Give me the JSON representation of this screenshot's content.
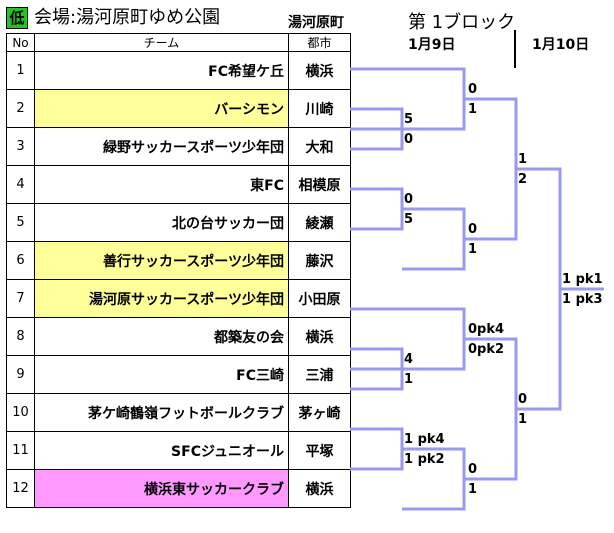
{
  "header": {
    "badge": "低",
    "venue": "会場:湯河原町ゆめ公園",
    "town": "湯河原町",
    "block": "第 1ブロック",
    "date1": "1月9日",
    "date2": "1月10日"
  },
  "table": {
    "col_no": "No",
    "col_team": "チーム",
    "col_city": "都市",
    "rows": [
      {
        "no": "1",
        "team": "FC希望ケ丘",
        "city": "横浜",
        "highlight": "#ffffff"
      },
      {
        "no": "2",
        "team": "バーシモン",
        "city": "川崎",
        "highlight": "#ffff99"
      },
      {
        "no": "3",
        "team": "緑野サッカースポーツ少年団",
        "city": "大和",
        "highlight": "#ffffff"
      },
      {
        "no": "4",
        "team": "東FC",
        "city": "相模原",
        "highlight": "#ffffff"
      },
      {
        "no": "5",
        "team": "北の台サッカー団",
        "city": "綾瀬",
        "highlight": "#ffffff"
      },
      {
        "no": "6",
        "team": "善行サッカースポーツ少年団",
        "city": "藤沢",
        "highlight": "#ffff99"
      },
      {
        "no": "7",
        "team": "湯河原サッカースポーツ少年団",
        "city": "小田原",
        "highlight": "#ffff99"
      },
      {
        "no": "8",
        "team": "都築友の会",
        "city": "横浜",
        "highlight": "#ffffff"
      },
      {
        "no": "9",
        "team": "FC三崎",
        "city": "三浦",
        "highlight": "#ffffff"
      },
      {
        "no": "10",
        "team": "茅ケ崎鶴嶺フットボールクラブ",
        "city": "茅ヶ崎",
        "highlight": "#ffffff"
      },
      {
        "no": "11",
        "team": "SFCジュニオール",
        "city": "平塚",
        "highlight": "#ffffff"
      },
      {
        "no": "12",
        "team": "横浜東サッカークラブ",
        "city": "横浜",
        "highlight": "#ff99ff"
      }
    ]
  },
  "scores": {
    "m_2_3": [
      "5",
      "0"
    ],
    "m_1_w23": [
      "0",
      "1"
    ],
    "m_4_5": [
      "0",
      "5"
    ],
    "m_w45_6": [
      "0",
      "1"
    ],
    "semi_top": [
      "1",
      "2"
    ],
    "m_8_9": [
      "4",
      "1"
    ],
    "m_7_w89": [
      "0pk4",
      "0pk2"
    ],
    "m_10_11": [
      "1 pk4",
      "1 pk2"
    ],
    "m_w1011_12": [
      "0",
      "1"
    ],
    "semi_bottom": [
      "0",
      "1"
    ],
    "final": [
      "1 pk1",
      "1 pk3"
    ]
  },
  "colors": {
    "bracket_line": "#9999ee",
    "badge_green": "#22c522",
    "yellow": "#ffff99",
    "pink": "#ff99ff"
  }
}
